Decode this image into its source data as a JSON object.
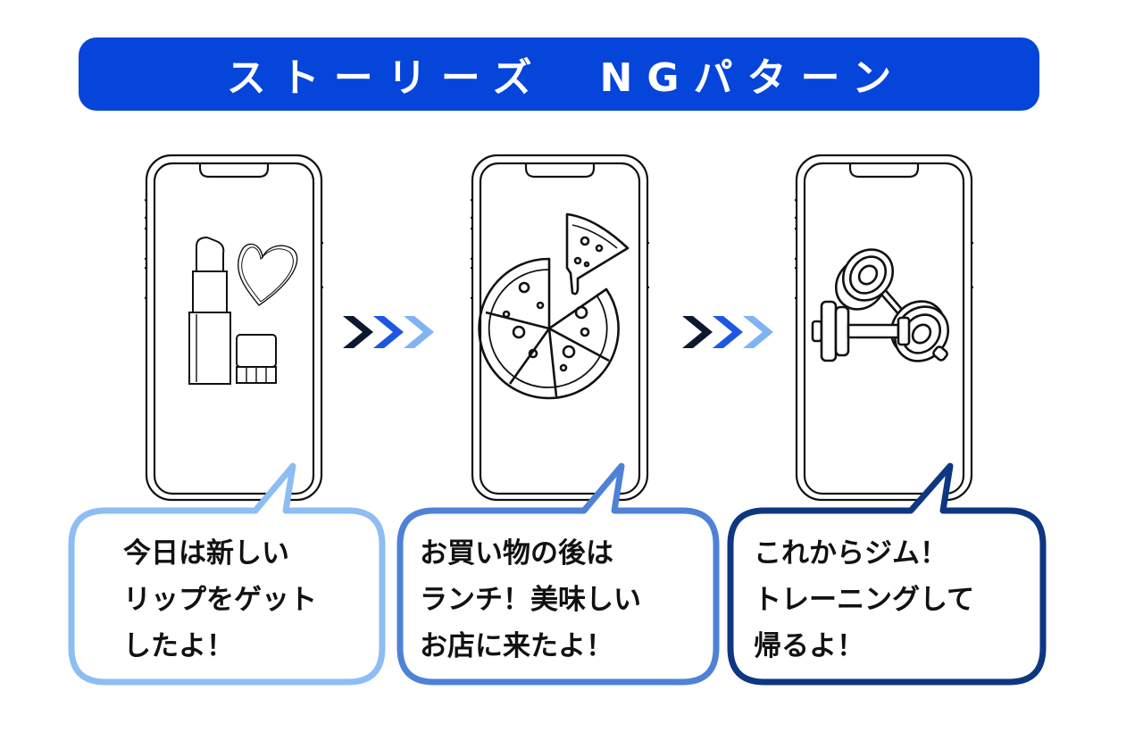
{
  "title": "ストーリーズ　NGパターン",
  "colors": {
    "banner": "#0645d9",
    "arrow_dark": "#0c1730",
    "arrow_mid": "#1d56e3",
    "arrow_light": "#7fb3f4",
    "bubble_1": "#8dbdf3",
    "bubble_2": "#4f82d6",
    "bubble_3": "#0e3782"
  },
  "stories": [
    {
      "icon": "lipstick-and-heart-icon",
      "lines": [
        "今日は新しい",
        "リップをゲット",
        "したよ！"
      ]
    },
    {
      "icon": "pizza-icon",
      "lines": [
        "お買い物の後は",
        "ランチ！美味しい",
        "お店に来たよ！"
      ]
    },
    {
      "icon": "dumbbell-icon",
      "lines": [
        "これからジム！",
        "トレーニングして",
        "帰るよ！"
      ]
    }
  ]
}
